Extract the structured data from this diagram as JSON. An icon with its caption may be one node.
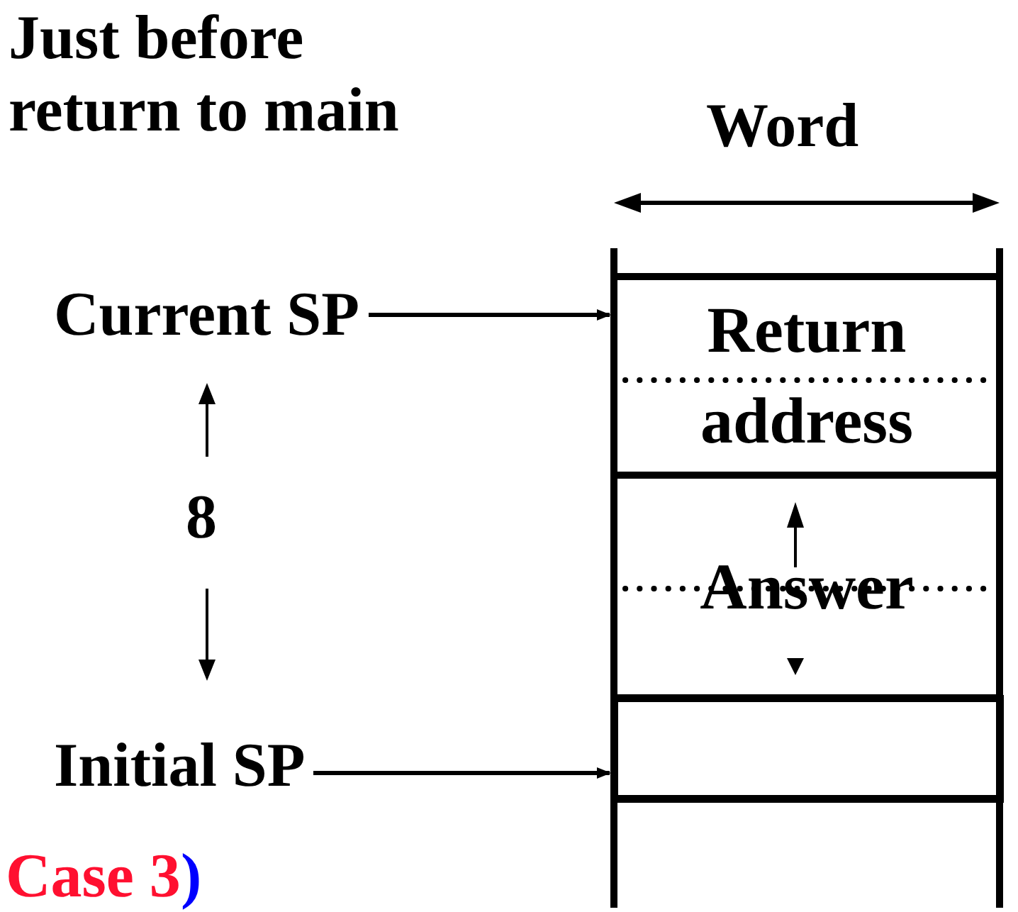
{
  "diagram": {
    "title": "Just before return to main",
    "nodes": [
      {
        "text": [
          "Return address"
        ]
      },
      {
        "text": [
          "Answer"
        ]
      },
      {
        "text": [],
        "shape": "box"
      },
      {
        "text": [
          "Current SP"
        ]
      },
      {
        "text": [
          "Initial SP"
        ]
      }
    ],
    "edges": [
      {
        "from": 3,
        "to": 0,
        "arrow": "to"
      },
      {
        "from": 4,
        "to": 2,
        "arrow": "to"
      }
    ],
    "labels": [
      "Word",
      "8",
      "Case 3)"
    ]
  }
}
